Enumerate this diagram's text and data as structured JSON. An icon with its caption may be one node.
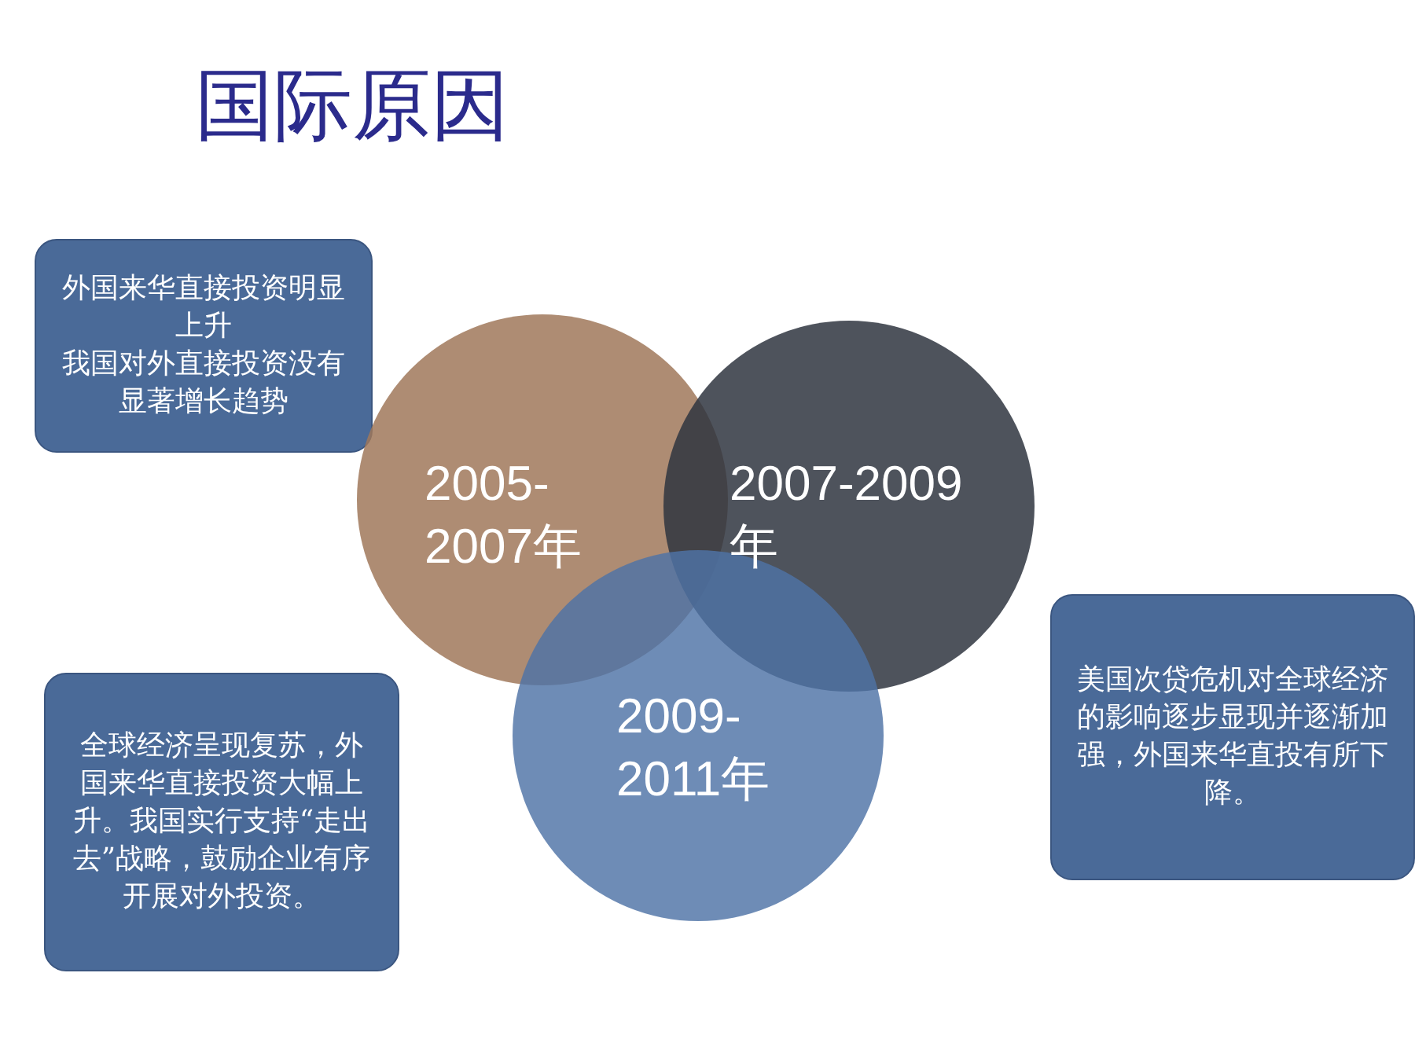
{
  "diagram": {
    "title": "国际原因",
    "nodes": [
      {
        "text": [
          "外国来华直接投资明显上升",
          "我国对外直接投资没有显著增长趋势"
        ]
      },
      {
        "text": [
          "2005-2007年"
        ]
      },
      {
        "text": [
          "2007-2009年"
        ]
      },
      {
        "text": [
          "2009-2011年"
        ]
      },
      {
        "text": [
          "全球经济呈现复苏，外国来华直接投资大幅上升。我国实行支持“走出去”战略，鼓励企业有序开展对外投资。"
        ]
      },
      {
        "text": [
          "美国次贷危机对全球经济的影响逐步显现并逐渐加强，外国来华直投有所下降。"
        ]
      }
    ],
    "edges": []
  }
}
